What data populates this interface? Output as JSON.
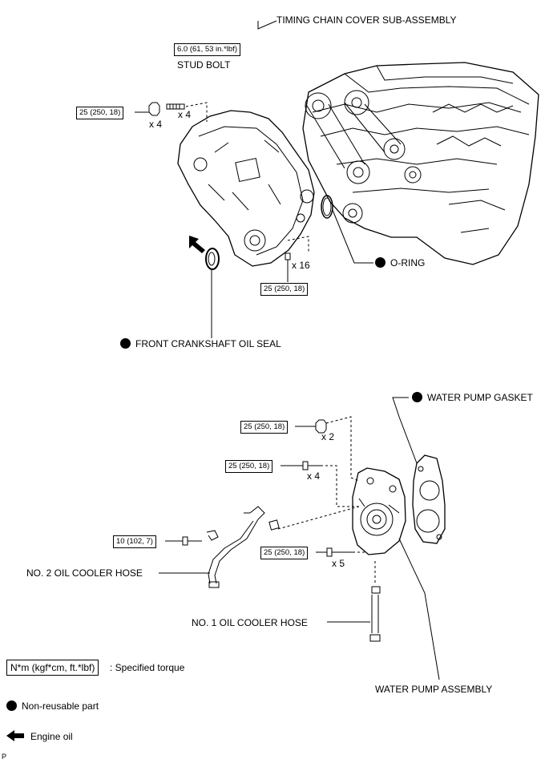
{
  "labels": {
    "timing_chain_cover": "TIMING CHAIN COVER SUB-ASSEMBLY",
    "stud_bolt": "STUD BOLT",
    "o_ring": "O-RING",
    "front_crankshaft_oil_seal": "FRONT CRANKSHAFT OIL SEAL",
    "water_pump_gasket": "WATER PUMP GASKET",
    "no2_oil_cooler_hose": "NO. 2 OIL COOLER HOSE",
    "no1_oil_cooler_hose": "NO. 1 OIL COOLER HOSE",
    "water_pump_assembly": "WATER PUMP ASSEMBLY"
  },
  "torques": {
    "stud_bolt": "6.0 (61, 53 in.*lbf)",
    "cover_nut": "25 (250, 18)",
    "cover_bolts": "25 (250, 18)",
    "pump_nut": "25 (250, 18)",
    "pump_bolt_4": "25 (250, 18)",
    "pump_bolt_5": "25 (250, 18)",
    "hose_bolt": "10 (102, 7)"
  },
  "quantities": {
    "cover_nut": "x 4",
    "stud_bolt": "x 4",
    "cover_bolts": "x 16",
    "pump_nut": "x 2",
    "pump_bolt_4": "x 4",
    "pump_bolt_5": "x 5"
  },
  "legend": {
    "torque_box": "N*m (kgf*cm, ft.*lbf)",
    "torque_text": ": Specified torque",
    "non_reusable": "Non-reusable part",
    "engine_oil": "Engine oil"
  },
  "corner_mark": "P"
}
